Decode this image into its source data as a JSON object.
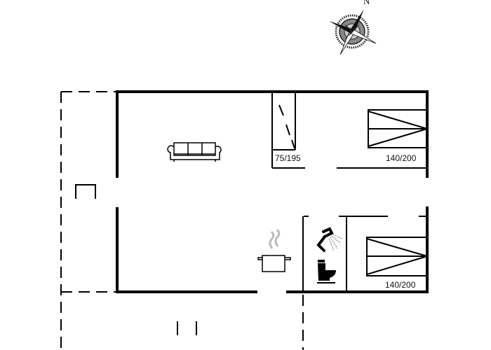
{
  "compass": {
    "north_label": "N",
    "icon": "compass-rose-icon"
  },
  "rooms": {
    "wardrobe_bed": {
      "label": "75/195"
    },
    "bedroom_1": {
      "label": "140/200"
    },
    "bedroom_2": {
      "label": "140/200"
    }
  },
  "icons": [
    "sofa-icon",
    "cooking-pot-icon",
    "shower-icon",
    "toilet-icon",
    "bed-icon"
  ],
  "colors": {
    "wall": "#000000",
    "background": "#ffffff",
    "steam": "#bbbbbb"
  }
}
